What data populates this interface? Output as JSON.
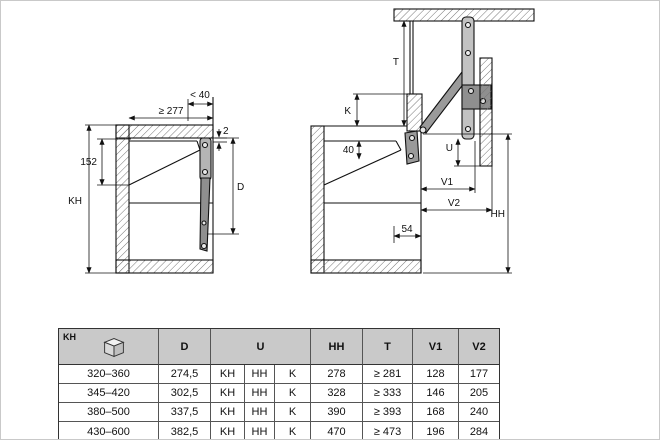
{
  "colors": {
    "table_header_bg": "#c9c9c9",
    "line": "#111111",
    "mechanism_gray": "#9a9a9a"
  },
  "diagram": {
    "left": {
      "dim_lt40": "< 40",
      "dim_277": "≥ 277",
      "dim_2": "2",
      "dim_152": "152",
      "dim_kh": "KH",
      "dim_d": "D"
    },
    "right": {
      "dim_t": "T",
      "dim_k": "K",
      "dim_40": "40",
      "dim_u": "U",
      "dim_v1": "V1",
      "dim_v2": "V2",
      "dim_hh": "HH",
      "dim_54": "54"
    }
  },
  "table": {
    "header": {
      "kh": "KH",
      "d": "D",
      "u": "U",
      "hh": "HH",
      "t": "T",
      "v1": "V1",
      "v2": "V2"
    },
    "rows": [
      {
        "kh": "320–360",
        "d": "274,5",
        "u": [
          "KH",
          "HH",
          "K"
        ],
        "hh": "278",
        "t": "≥ 281",
        "v1": "128",
        "v2": "177"
      },
      {
        "kh": "345–420",
        "d": "302,5",
        "u": [
          "KH",
          "HH",
          "K"
        ],
        "hh": "328",
        "t": "≥ 333",
        "v1": "146",
        "v2": "205"
      },
      {
        "kh": "380–500",
        "d": "337,5",
        "u": [
          "KH",
          "HH",
          "K"
        ],
        "hh": "390",
        "t": "≥ 393",
        "v1": "168",
        "v2": "240"
      },
      {
        "kh": "430–600",
        "d": "382,5",
        "u": [
          "KH",
          "HH",
          "K"
        ],
        "hh": "470",
        "t": "≥ 473",
        "v1": "196",
        "v2": "284"
      }
    ]
  }
}
